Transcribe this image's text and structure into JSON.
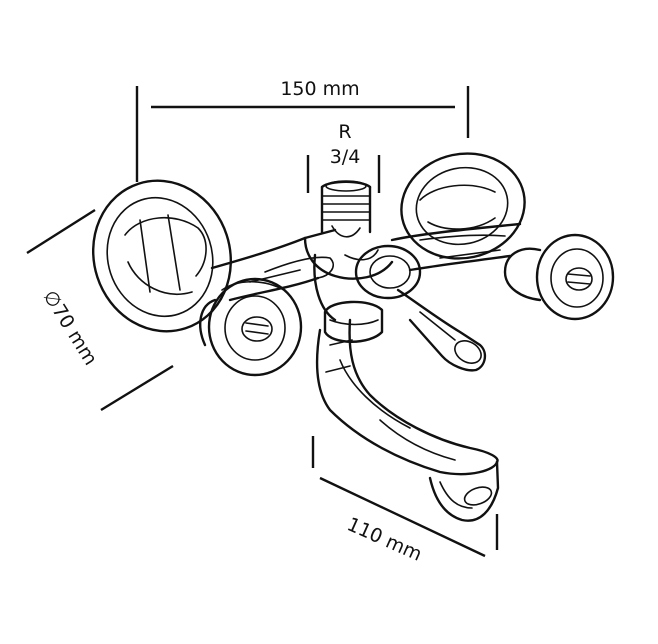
{
  "dimensions": {
    "width_label": "150 mm",
    "thread_label_line1": "R",
    "thread_label_line2": "3/4",
    "diameter_label": "∅70 mm",
    "depth_label": "110 mm"
  }
}
